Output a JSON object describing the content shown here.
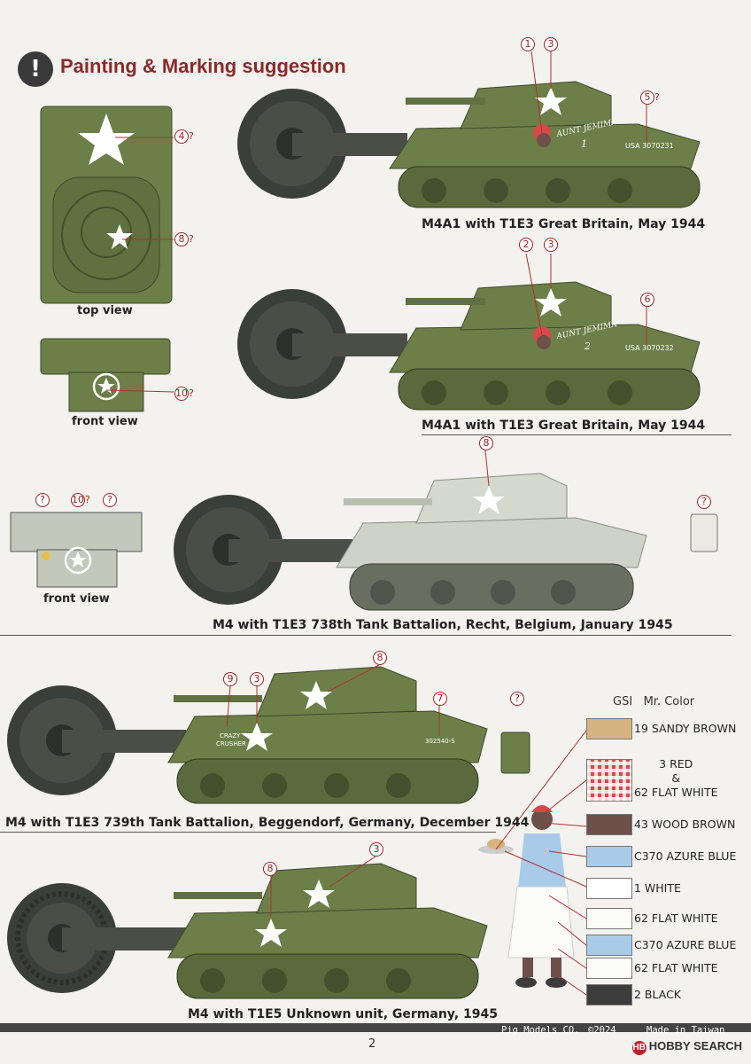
{
  "header": {
    "icon_glyph": "!",
    "title": "Painting & Marking suggestion"
  },
  "views": {
    "top": "top view",
    "front1": "front view",
    "front2": "front view"
  },
  "captions": [
    "M4A1 with T1E3   Great Britain, May 1944",
    "M4A1 with T1E3   Great Britain, May 1944",
    "M4 with T1E3   738th Tank Battalion, Recht, Belgium, January 1945",
    "M4 with T1E3   739th Tank Battalion, Beggendorf, Germany, December 1944",
    "M4 with T1E5  Unknown unit, Germany, 1945"
  ],
  "markings": {
    "aunt_jemima": "AUNT JEMIMA",
    "serial1": "USA 3070231",
    "serial2": "USA 3070232",
    "num1": "1",
    "num2": "2",
    "crazy": "CRAZY",
    "crusher": "CRUSHER",
    "serial4": "302540-S"
  },
  "callouts": {
    "c1": "1",
    "c2": "2",
    "c3": "3",
    "c4": "4",
    "c5": "5",
    "c6": "6",
    "c7": "7",
    "c8": "8",
    "c9": "9",
    "c10": "10",
    "q": "?"
  },
  "legend": {
    "header_gsi": "GSI",
    "header_mr": "Mr. Color",
    "items": [
      {
        "label": "19 SANDY BROWN",
        "color": "#d6b47f"
      },
      {
        "label": "3 RED",
        "label2": "&",
        "label3": "62 FLAT WHITE",
        "color": "#d94848"
      },
      {
        "label": "43 WOOD BROWN",
        "color": "#6e4f4a"
      },
      {
        "label": "C370 AZURE BLUE",
        "color": "#a9cbea"
      },
      {
        "label": "1 WHITE",
        "color": "#ffffff"
      },
      {
        "label": "62 FLAT WHITE",
        "color": "#fbfbf8"
      },
      {
        "label": "C370 AZURE BLUE",
        "color": "#a9cbea"
      },
      {
        "label": "62 FLAT WHITE",
        "color": "#fbfbf8"
      },
      {
        "label": "2 BLACK",
        "color": "#3c3c3c"
      }
    ]
  },
  "footer": {
    "company": "Pig Models CO.",
    "copyright": "©2024",
    "made": "Made in Taiwan",
    "page": "2",
    "brand_hb": "HB",
    "brand_text": "HOBBY SEARCH"
  },
  "colors": {
    "olive": "#6c7f49",
    "olive_dark": "#4f5e33",
    "white_camo": "#cfd3c7",
    "roller": "#3b3f39",
    "title_red": "#8a2a2a"
  }
}
